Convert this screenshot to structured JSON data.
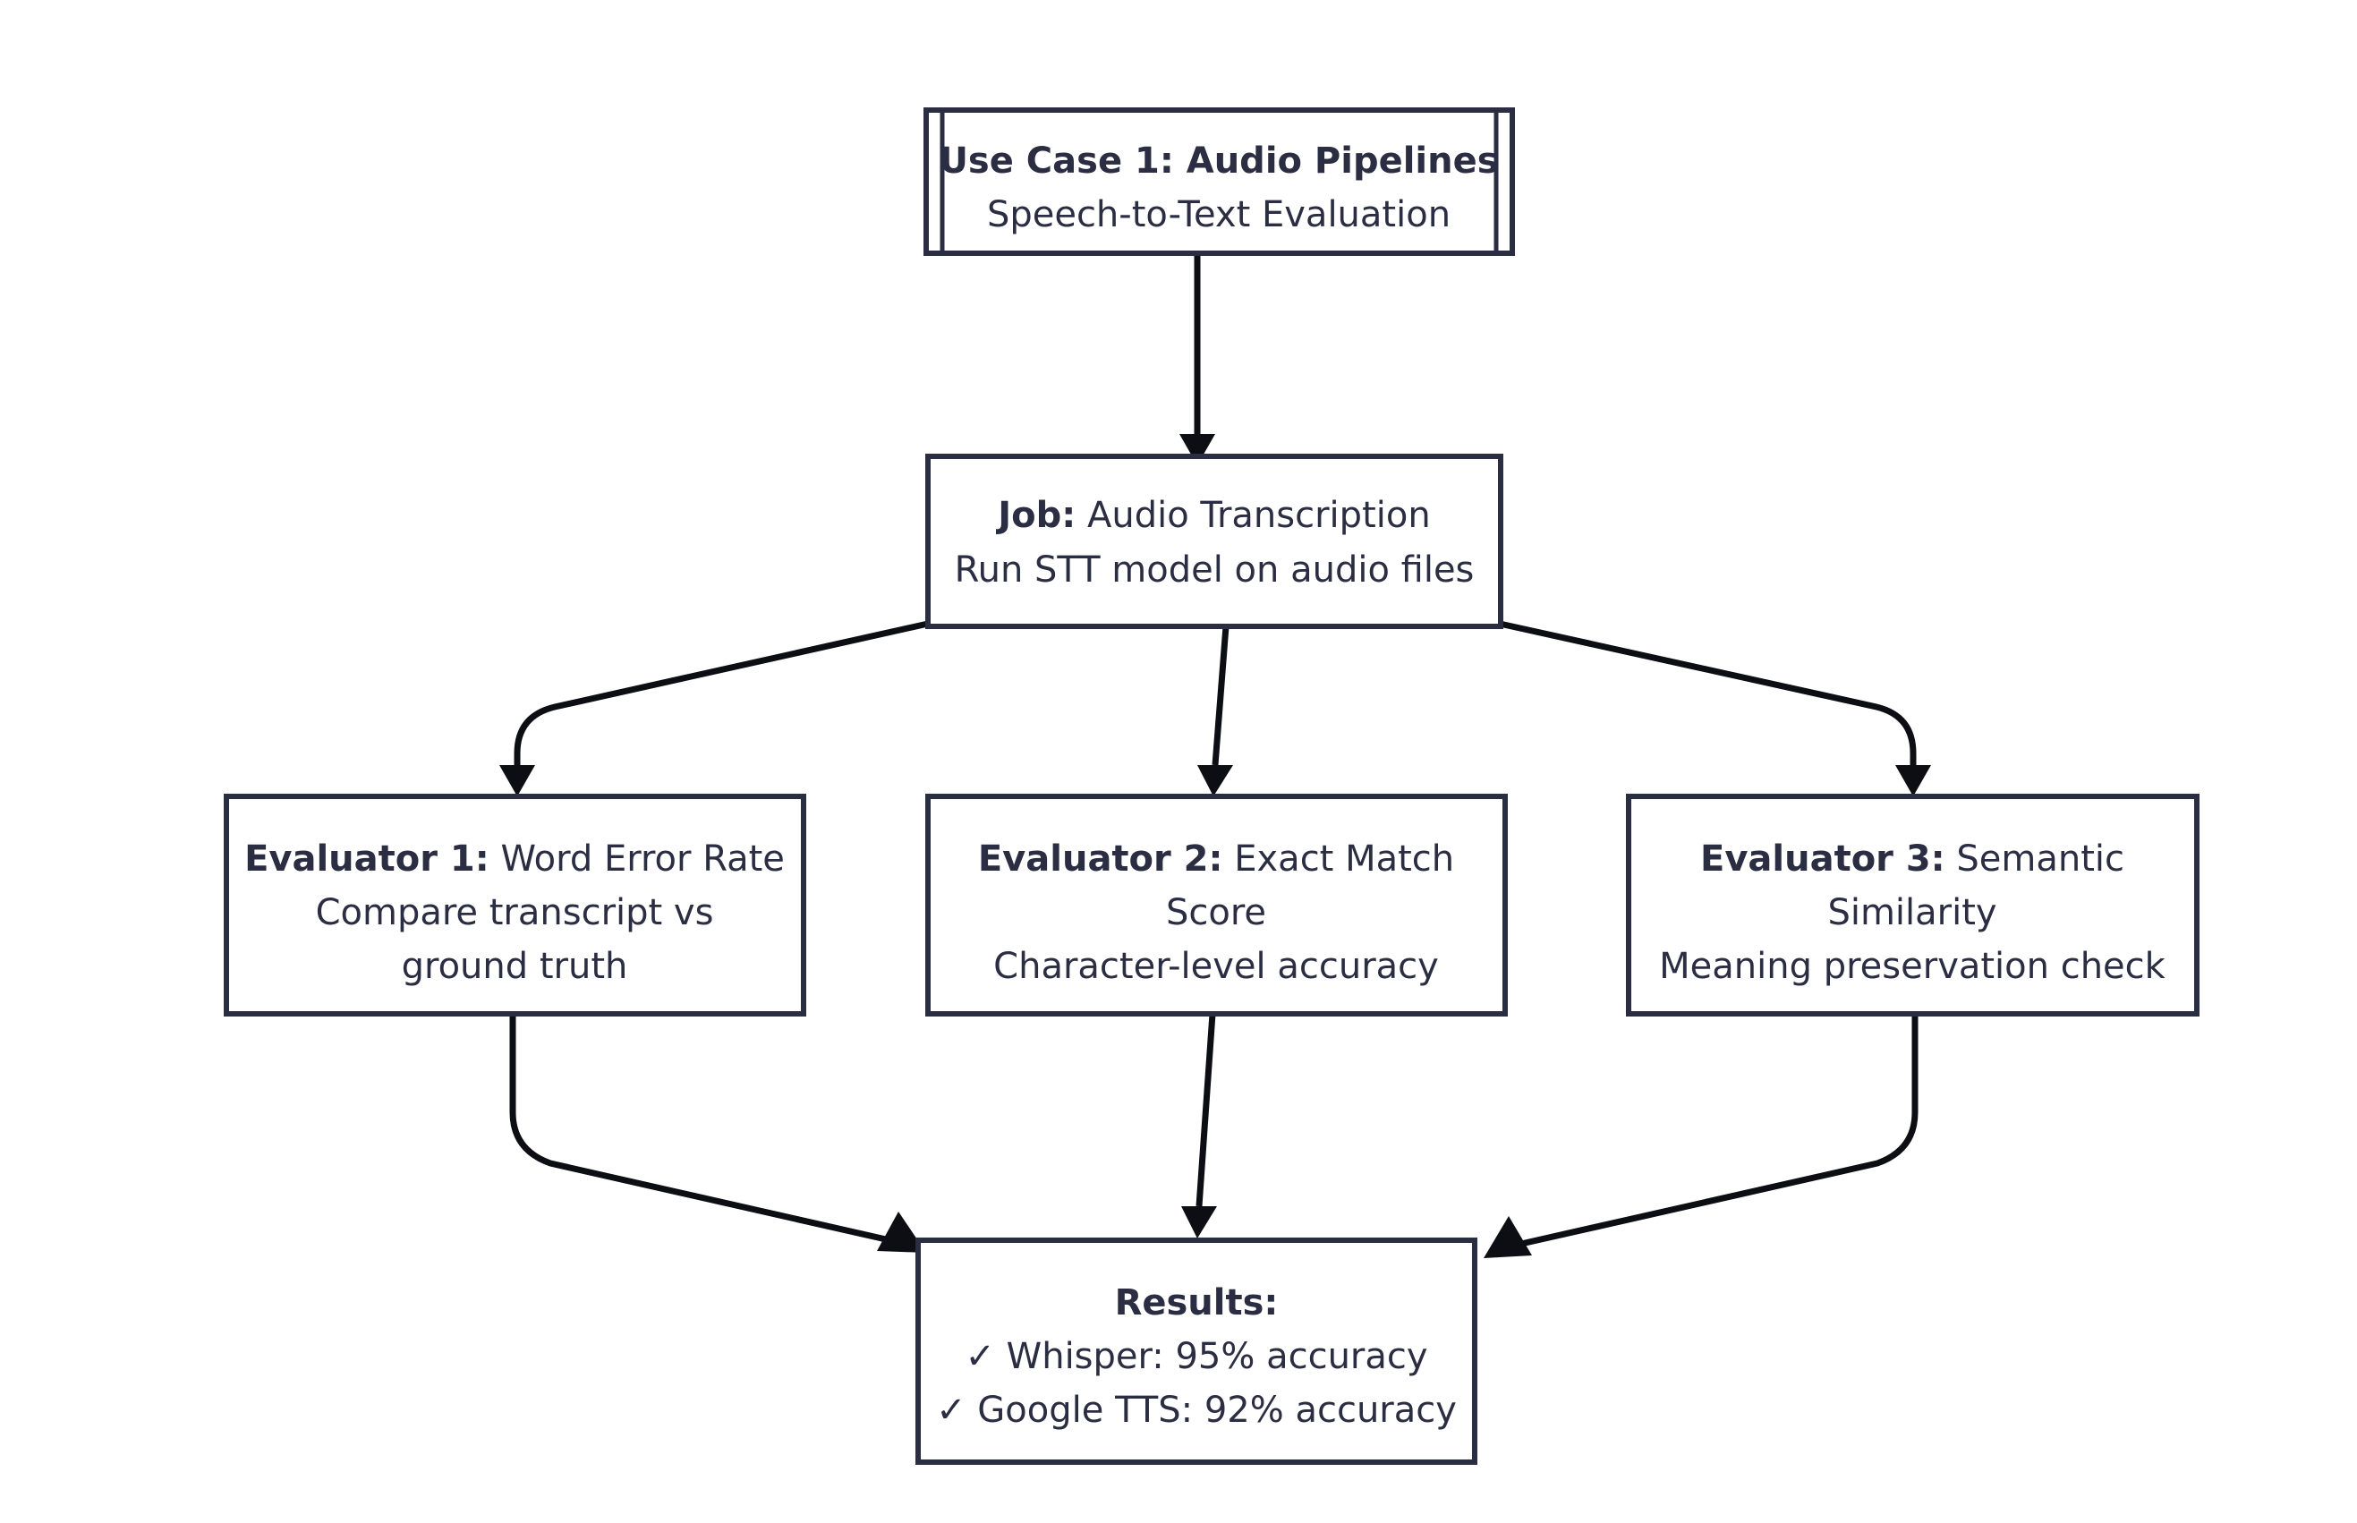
{
  "diagram": {
    "type": "flowchart",
    "direction": "top-to-bottom",
    "background_color": "#ffffff",
    "stroke_color": "#2b2d42",
    "edge_color": "#0d0d14",
    "text_color": "#2b2d42"
  },
  "nodes": {
    "use_case": {
      "shape": "subroutine",
      "line1_bold": "Use Case 1: Audio Pipelines",
      "line2": "Speech-to-Text Evaluation"
    },
    "job": {
      "shape": "rectangle",
      "line1_bold": "Job:",
      "line1_rest": " Audio Transcription",
      "line2": "Run STT model on audio files"
    },
    "evaluator1": {
      "shape": "rectangle",
      "line1_bold": "Evaluator 1:",
      "line1_rest": " Word Error Rate",
      "line2": "Compare transcript vs",
      "line3": "ground truth"
    },
    "evaluator2": {
      "shape": "rectangle",
      "line1_bold": "Evaluator 2:",
      "line1_rest": " Exact Match",
      "line2": "Score",
      "line3": "Character-level accuracy"
    },
    "evaluator3": {
      "shape": "rectangle",
      "line1_bold": "Evaluator 3:",
      "line1_rest": " Semantic",
      "line2": "Similarity",
      "line3": "Meaning preservation check"
    },
    "results": {
      "shape": "rectangle",
      "line1_bold": "Results:",
      "line2": "✓ Whisper: 95% accuracy",
      "line3": "✓ Google TTS: 92% accuracy"
    }
  },
  "edges": [
    {
      "from": "use_case",
      "to": "job",
      "style": "straight-down"
    },
    {
      "from": "job",
      "to": "evaluator1",
      "style": "curve-down-left"
    },
    {
      "from": "job",
      "to": "evaluator2",
      "style": "straight-down"
    },
    {
      "from": "job",
      "to": "evaluator3",
      "style": "curve-down-right"
    },
    {
      "from": "evaluator1",
      "to": "results",
      "style": "curve-down-right"
    },
    {
      "from": "evaluator2",
      "to": "results",
      "style": "straight-down"
    },
    {
      "from": "evaluator3",
      "to": "results",
      "style": "curve-down-left"
    }
  ]
}
